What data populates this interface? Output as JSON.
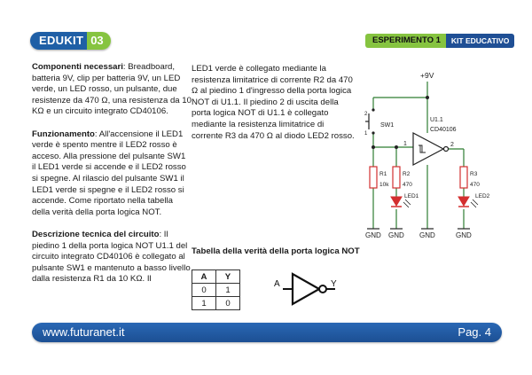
{
  "header": {
    "logo_main": "EDUKIT",
    "logo_num": "03",
    "experiment_label": "ESPERIMENTO 1",
    "kit_label": "KIT EDUCATIVO"
  },
  "left_column": {
    "components_title": "Componenti necessari",
    "components_text": ": Breadboard, batteria 9V, clip per batteria 9V, un LED verde, un LED rosso, un pulsante, due resistenze da 470 Ω, una resistenza da 10 KΩ e un circuito integrato CD40106.",
    "function_title": "Funzionamento",
    "function_text": ": All'accensione il LED1 verde è spento mentre il LED2 rosso è acceso. Alla pressione del pulsante SW1 il LED1 verde si accende e il LED2 rosso si spegne. Al rilascio del pulsante SW1 il LED1 verde si spegne e il LED2 rosso si accende. Come riportato nella tabella della verità della porta logica NOT.",
    "description_title": "Descrizione tecnica del circuito",
    "description_text": ": Il piedino 1 della porta logica NOT U1.1 del circuito integrato CD40106 è collegato al pulsante SW1 e mantenuto a basso livello dalla resistenza R1 da 10 KΩ. Il"
  },
  "middle_column": {
    "text": "LED1 verde è collegato mediante la resistenza limitatrice di corrente R2 da 470 Ω al piedino 1 d'ingresso della porta logica NOT di U1.1. Il piedino 2 di uscita della porta logica NOT di U1.1 è collegato mediante la resistenza limitatrice di corrente R3 da 470 Ω al diodo LED2 rosso."
  },
  "truth_table": {
    "title": "Tabella della verità della porta logica NOT",
    "headers": [
      "A",
      "Y"
    ],
    "rows": [
      [
        "0",
        "1"
      ],
      [
        "1",
        "0"
      ]
    ]
  },
  "gate_symbol": {
    "input_label": "A",
    "output_label": "Y"
  },
  "schematic": {
    "supply": "+9V",
    "switch_label": "SW1",
    "switch_pin_top": "2",
    "switch_pin_bottom": "1",
    "ic_label": "U1.1",
    "ic_part": "CD40106",
    "pin_in": "1",
    "pin_out": "2",
    "r1_label": "R1",
    "r1_value": "10k",
    "r2_label": "R2",
    "r2_value": "470",
    "r3_label": "R3",
    "r3_value": "470",
    "led1_label": "LED1",
    "led2_label": "LED2",
    "gnd": "GND"
  },
  "footer": {
    "url": "www.futuranet.it",
    "page": "Pag. 4"
  },
  "colors": {
    "brand_blue": "#1f5fa6",
    "brand_green": "#86c440",
    "wire_green": "#2e7d32",
    "resistor_red": "#d32f2f"
  }
}
